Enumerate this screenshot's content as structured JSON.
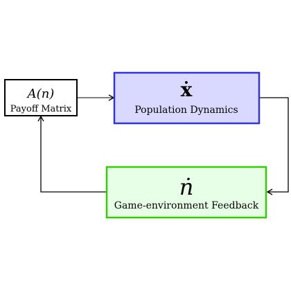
{
  "nodes": {
    "payoff": {
      "symbol": "A(n)",
      "label": "Payoff Matrix",
      "border_color": "#000000",
      "fill_color": "#ffffff"
    },
    "population": {
      "symbol": "ẋ",
      "label": "Population Dynamics",
      "border_color": "#3333e6",
      "fill_color": "#d9d9ff"
    },
    "feedback": {
      "symbol": "ṅ",
      "label": "Game-environment Feedback",
      "border_color": "#33cc00",
      "fill_color": "#e6ffe6"
    }
  },
  "edges": [
    {
      "from": "payoff",
      "to": "population"
    },
    {
      "from": "population",
      "to": "feedback"
    },
    {
      "from": "feedback",
      "to": "payoff"
    }
  ]
}
